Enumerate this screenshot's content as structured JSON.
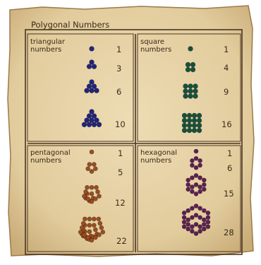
{
  "title": "Polygonal Numbers",
  "colors": {
    "parchment": "#e7d6ac",
    "parchment_dark": "#c9ae7b",
    "frame": "#4a3522",
    "triangular": "#22237e",
    "square": "#16513a",
    "pentagonal": "#9b4d1f",
    "hexagonal": "#5e1f52"
  },
  "panels": [
    {
      "id": "triangular",
      "label_lines": [
        "triangular",
        "numbers"
      ],
      "values": [
        "1",
        "3",
        "6",
        "10"
      ]
    },
    {
      "id": "square",
      "label_lines": [
        "square",
        "numbers"
      ],
      "values": [
        "1",
        "4",
        "9",
        "16"
      ]
    },
    {
      "id": "pentagonal",
      "label_lines": [
        "pentagonal",
        "numbers"
      ],
      "values": [
        "1",
        "5",
        "12",
        "22"
      ]
    },
    {
      "id": "hexagonal",
      "label_lines": [
        "hexagonal",
        "numbers"
      ],
      "values": [
        "1",
        "6",
        "15",
        "28"
      ]
    }
  ]
}
